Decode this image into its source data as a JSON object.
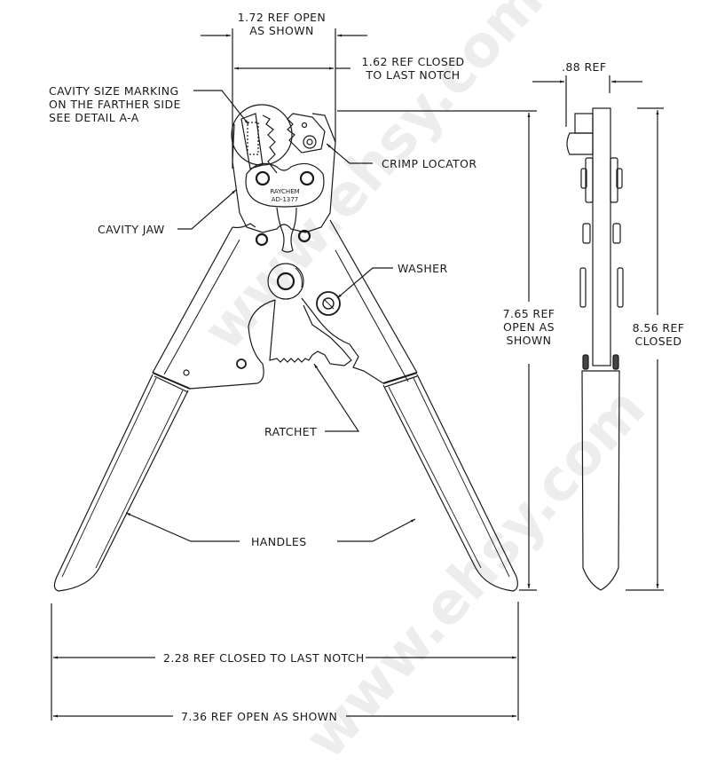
{
  "drawing": {
    "subject": "Raychem AD-1377 crimp tool",
    "stroke_color": "#1a1a1a",
    "background": "#ffffff",
    "watermark_color": "#d9d9d9"
  },
  "tool_marking": {
    "line1": "RAYCHEM",
    "line2": "AD-1377"
  },
  "dimensions": {
    "jaw_open": {
      "line1": "1.72 REF OPEN",
      "line2": "AS SHOWN"
    },
    "jaw_closed": {
      "line1": "1.62 REF CLOSED",
      "line2": "TO LAST NOTCH"
    },
    "thickness": "0.88 REF",
    "thickness_label": ".88 REF",
    "height_open": {
      "line1": "7.65 REF",
      "line2": "OPEN AS",
      "line3": "SHOWN"
    },
    "height_closed": {
      "line1": "8.56 REF",
      "line2": "CLOSED"
    },
    "width_closed": "2.28 REF CLOSED TO LAST NOTCH",
    "width_open": "7.36 REF OPEN AS SHOWN"
  },
  "callouts": {
    "cavity_marking": {
      "line1": "CAVITY SIZE MARKING",
      "line2": "ON THE FARTHER SIDE",
      "line3": "SEE DETAIL A-A"
    },
    "crimp_locator": "CRIMP LOCATOR",
    "cavity_jaw": "CAVITY JAW",
    "washer": "WASHER",
    "ratchet": "RATCHET",
    "handles": "HANDLES"
  },
  "watermark": {
    "text1": "www.ehsy.com",
    "text2": "www.ehsy.com"
  }
}
